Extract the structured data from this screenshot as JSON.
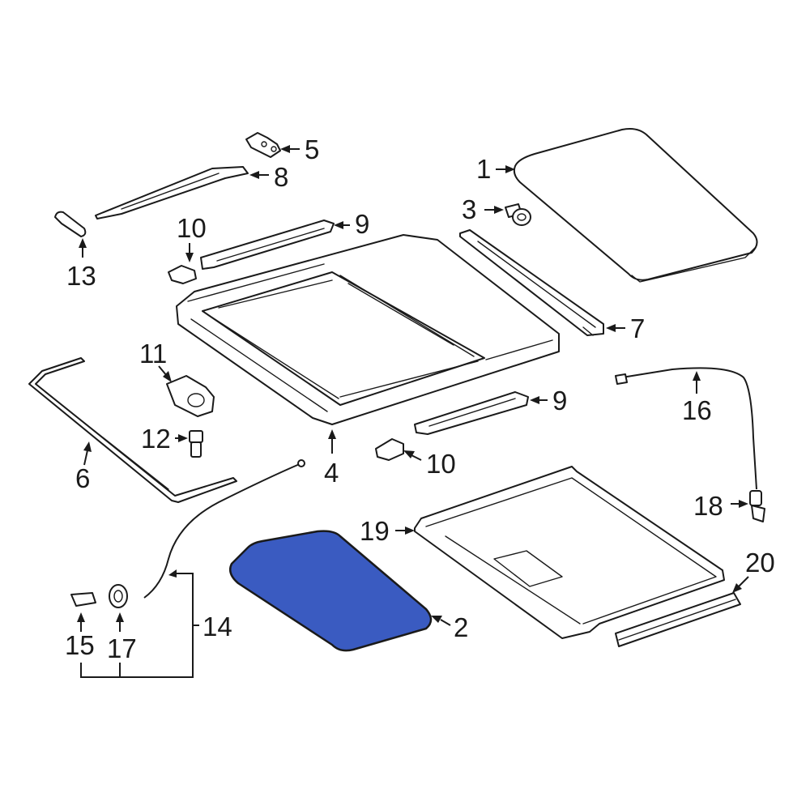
{
  "diagram": {
    "highlight_color": "#3a5bc1",
    "callouts": [
      {
        "id": "c1",
        "text": "1"
      },
      {
        "id": "c2",
        "text": "2"
      },
      {
        "id": "c3",
        "text": "3"
      },
      {
        "id": "c4",
        "text": "4"
      },
      {
        "id": "c5",
        "text": "5"
      },
      {
        "id": "c6",
        "text": "6"
      },
      {
        "id": "c7",
        "text": "7"
      },
      {
        "id": "c8",
        "text": "8"
      },
      {
        "id": "c9a",
        "text": "9"
      },
      {
        "id": "c9b",
        "text": "9"
      },
      {
        "id": "c10a",
        "text": "10"
      },
      {
        "id": "c10b",
        "text": "10"
      },
      {
        "id": "c11",
        "text": "11"
      },
      {
        "id": "c12",
        "text": "12"
      },
      {
        "id": "c13",
        "text": "13"
      },
      {
        "id": "c14",
        "text": "14"
      },
      {
        "id": "c15",
        "text": "15"
      },
      {
        "id": "c16",
        "text": "16"
      },
      {
        "id": "c17",
        "text": "17"
      },
      {
        "id": "c18",
        "text": "18"
      },
      {
        "id": "c19",
        "text": "19"
      },
      {
        "id": "c20",
        "text": "20"
      }
    ]
  }
}
